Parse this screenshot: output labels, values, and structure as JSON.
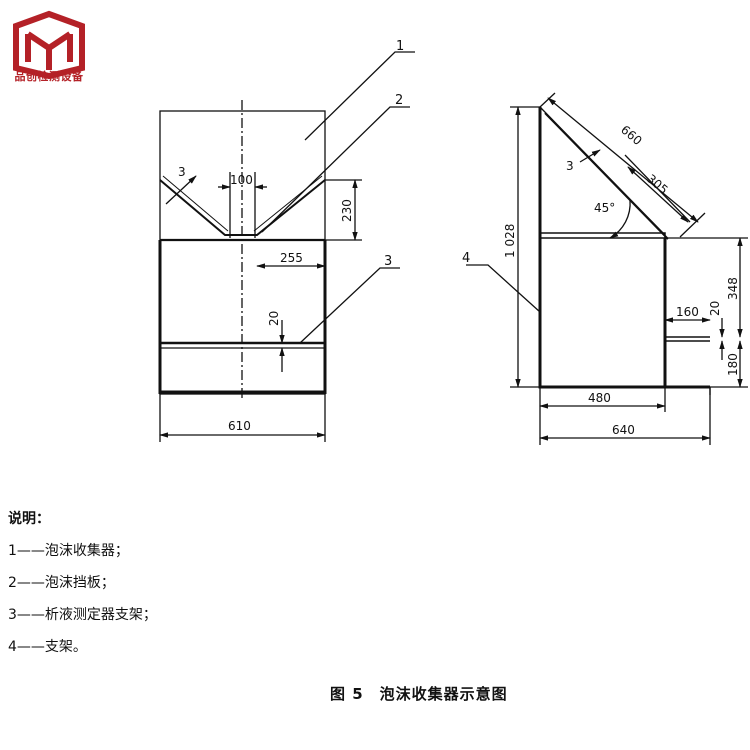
{
  "brand": {
    "name": "品创检测设备",
    "color": "#b42127"
  },
  "figure": {
    "callouts": [
      "1",
      "2",
      "3",
      "4"
    ],
    "front_dims": {
      "width": "610",
      "slot": "100",
      "height": "230",
      "offset": "255",
      "gap": "20",
      "thickness": "3"
    },
    "side_dims": {
      "diag": "660",
      "diag_part": "305",
      "angle": "45°",
      "height": "1 028",
      "thickness": "3",
      "right_upper": "348",
      "right_lower": "180",
      "gap": "20",
      "ledge": "160",
      "base": "480",
      "total": "640"
    }
  },
  "legend": {
    "title": "说明：",
    "items": [
      "1——泡沫收集器；",
      "2——泡沫挡板；",
      "3——析液测定器支架；",
      "4——支架。"
    ]
  },
  "caption": "图 5　泡沫收集器示意图"
}
